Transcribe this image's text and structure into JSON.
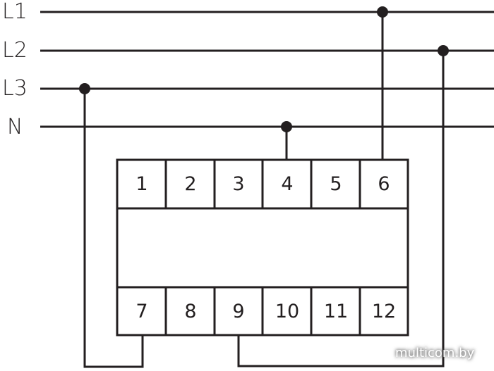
{
  "lines": [
    "L1",
    "L2",
    "L3",
    "N"
  ],
  "terminals_top": [
    "1",
    "2",
    "3",
    "4",
    "5",
    "6"
  ],
  "terminals_bottom": [
    "7",
    "8",
    "9",
    "10",
    "11",
    "12"
  ],
  "watermark": "multicom.by",
  "colors": {
    "stroke": "#231f20"
  }
}
